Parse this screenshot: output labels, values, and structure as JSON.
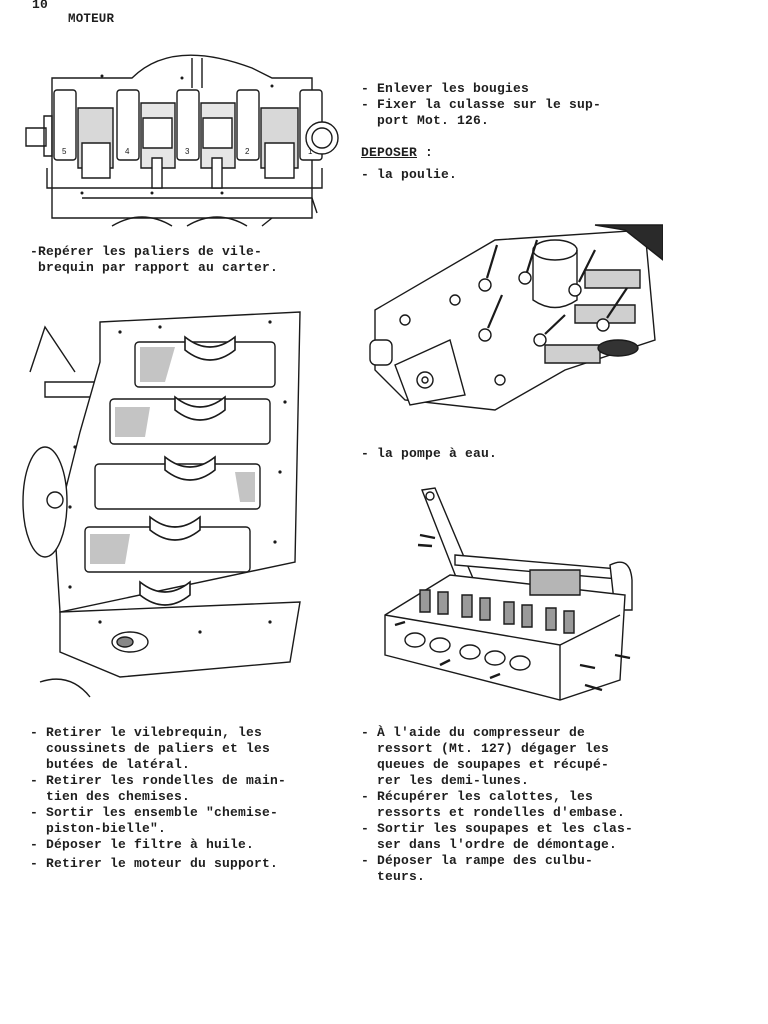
{
  "header": {
    "page_number": "10",
    "section_title": "MOTEUR"
  },
  "top_right": {
    "steps": [
      "- Enlever les bougies",
      "- Fixer la culasse sur le sup-",
      "  port Mot. 126."
    ],
    "deposer_heading": "DEPOSER",
    "deposer_colon": " :",
    "deposer_items": [
      "- la poulie."
    ]
  },
  "figure_1": {
    "caption_lines": [
      "-Repérer les paliers de vile-",
      " brequin par rapport au carter."
    ],
    "bearing_numbers": [
      "5",
      "4",
      "3",
      "2",
      "1"
    ]
  },
  "figure_2": {
    "caption": "- la pompe à eau."
  },
  "bottom_left": {
    "lines": [
      "- Retirer le vilebrequin, les",
      "  coussinets de paliers et les",
      "  butées de latéral.",
      "- Retirer les rondelles de main-",
      "  tien des chemises.",
      "- Sortir les ensemble \"chemise-",
      "  piston-bielle\".",
      "- Déposer le filtre à huile.",
      "- Retirer le moteur du support."
    ]
  },
  "bottom_right": {
    "lines": [
      "- À l'aide du compresseur de",
      "  ressort (Mt. 127) dégager les",
      "  queues de soupapes et récupé-",
      "  rer les demi-lunes.",
      "- Récupérer les calottes, les",
      "  ressorts et rondelles d'embase.",
      "- Sortir les soupapes et les clas-",
      "  ser dans l'ordre de démontage.",
      "- Déposer la rampe des culbu-",
      "  teurs."
    ]
  }
}
